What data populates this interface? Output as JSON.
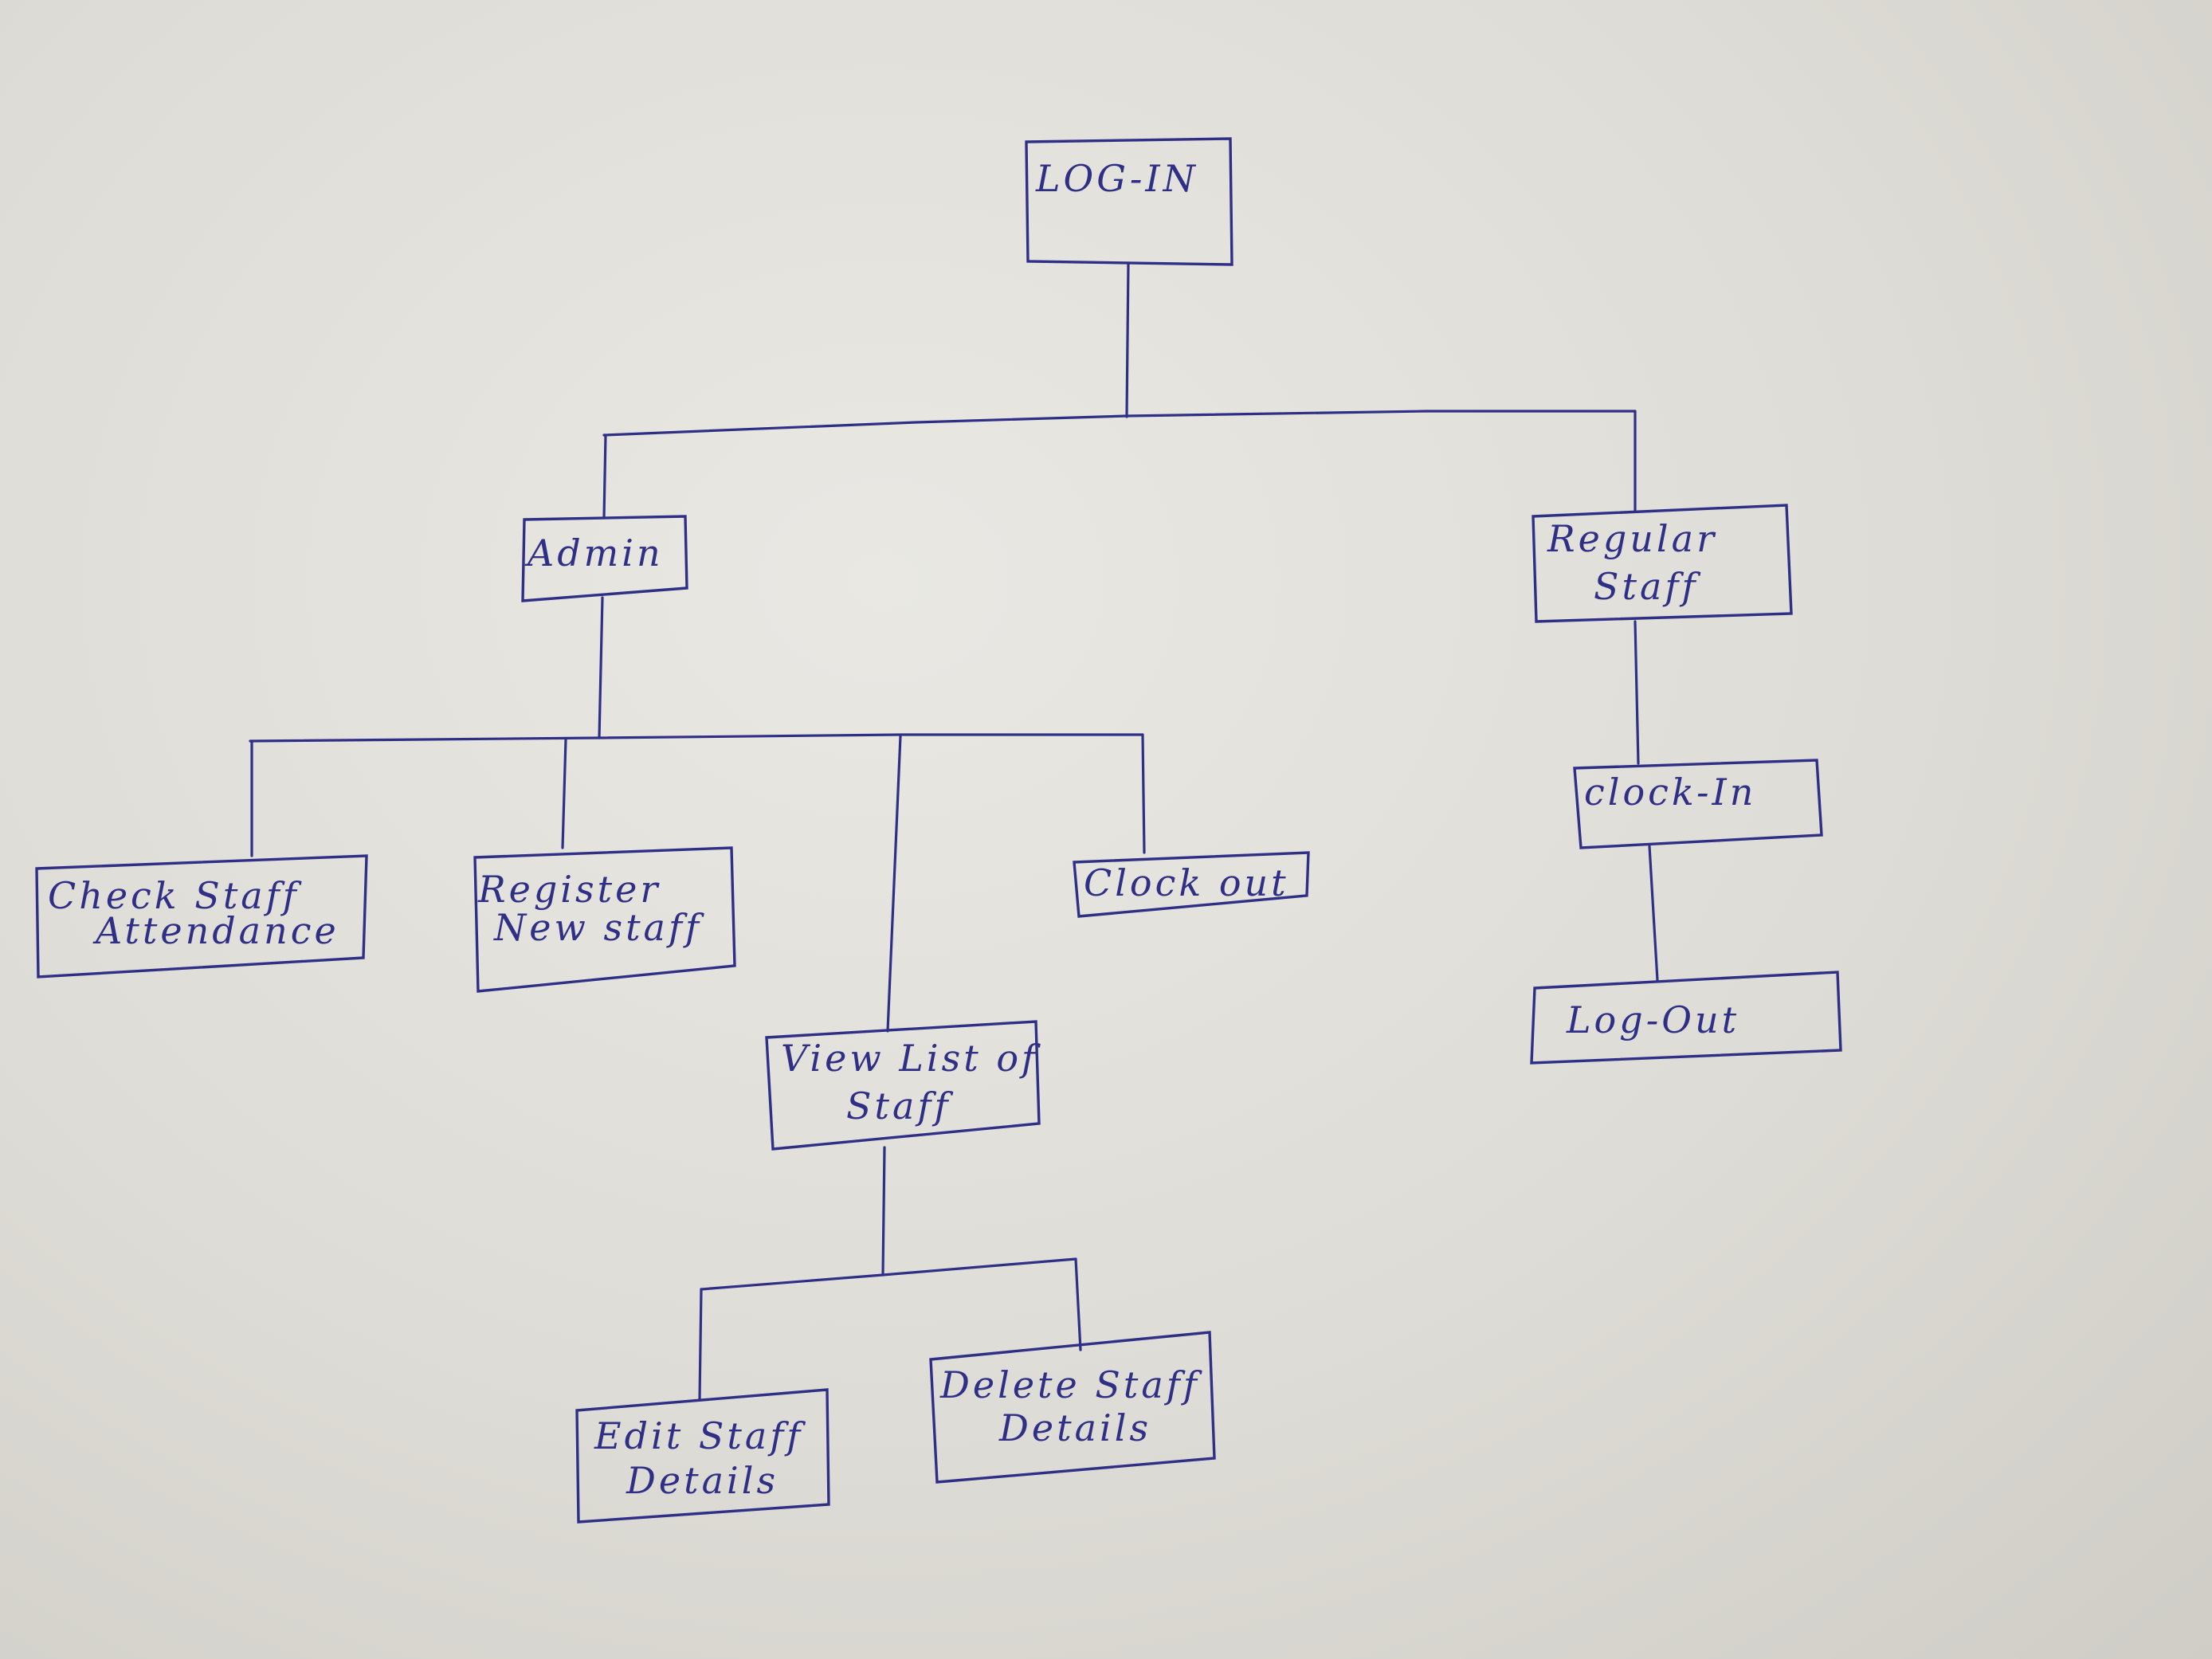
{
  "ink_color": "#2f2f86",
  "paper_color": "#e4e3de",
  "nodes": {
    "login": {
      "lines": [
        "LOG-IN"
      ]
    },
    "admin": {
      "lines": [
        "Admin"
      ]
    },
    "regular_staff": {
      "lines": [
        "Regular",
        "Staff"
      ]
    },
    "check_attendance": {
      "lines": [
        "Check Staff",
        "Attendance"
      ]
    },
    "register_staff": {
      "lines": [
        "Register",
        "New staff"
      ]
    },
    "clock_out": {
      "lines": [
        "Clock out"
      ]
    },
    "view_staff": {
      "lines": [
        "View List of",
        "Staff"
      ]
    },
    "edit_staff": {
      "lines": [
        "Edit Staff",
        "Details"
      ]
    },
    "delete_staff": {
      "lines": [
        "Delete Staff",
        "Details"
      ]
    },
    "clock_in": {
      "lines": [
        "clock-In"
      ]
    },
    "log_out": {
      "lines": [
        "Log-Out"
      ]
    }
  },
  "edges": [
    [
      "login",
      "admin"
    ],
    [
      "login",
      "regular_staff"
    ],
    [
      "admin",
      "check_attendance"
    ],
    [
      "admin",
      "register_staff"
    ],
    [
      "admin",
      "view_staff"
    ],
    [
      "admin",
      "clock_out"
    ],
    [
      "view_staff",
      "edit_staff"
    ],
    [
      "view_staff",
      "delete_staff"
    ],
    [
      "regular_staff",
      "clock_in"
    ],
    [
      "clock_in",
      "log_out"
    ]
  ]
}
